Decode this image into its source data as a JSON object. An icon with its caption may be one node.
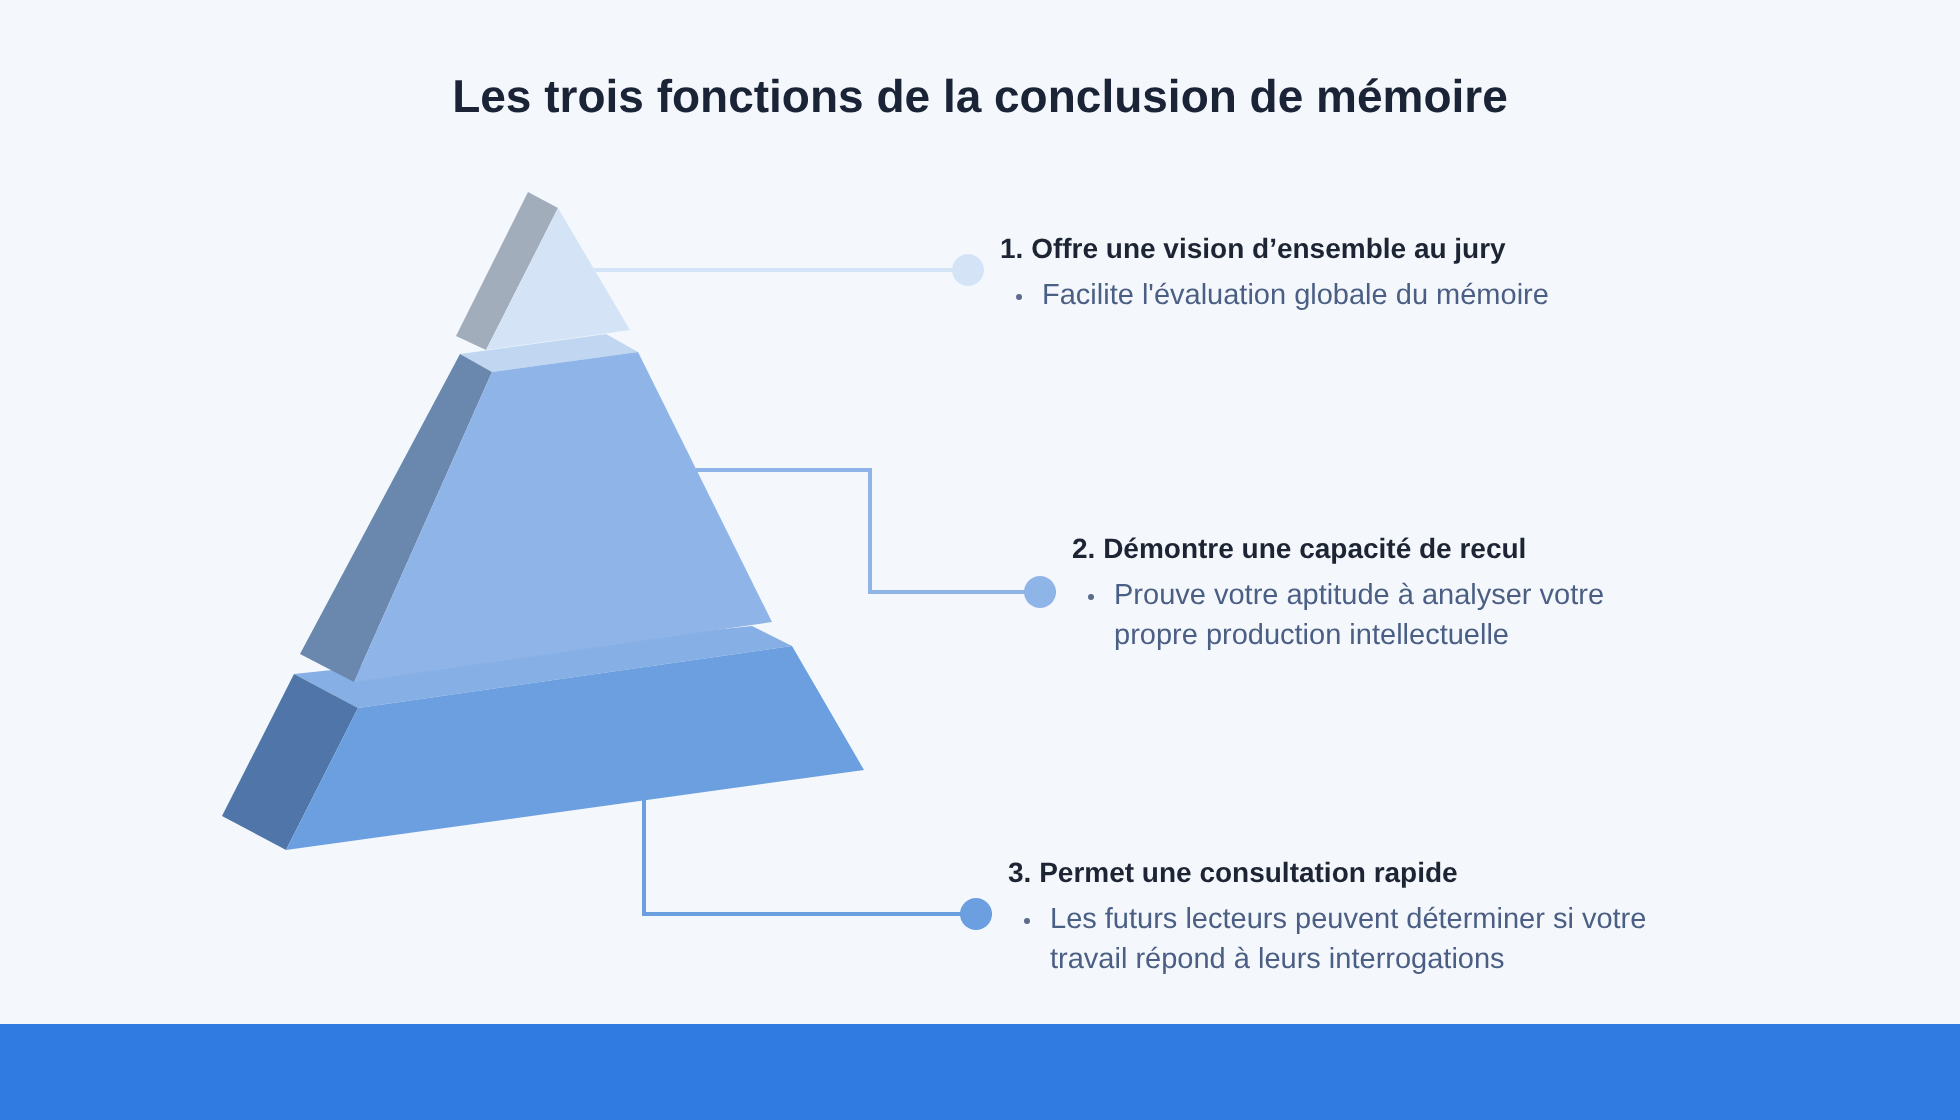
{
  "diagram": {
    "title": "Les trois fonctions de la conclusion de mémoire",
    "nodes": [
      {
        "text": [],
        "shape": "triangle"
      },
      {
        "text": [],
        "shape": "trapezoid"
      },
      {
        "text": [],
        "shape": "trapezoid"
      },
      {
        "text": [
          "1. Offre une vision d’ensemble au jury",
          "Facilite l'évaluation globale du mémoire"
        ]
      },
      {
        "text": [
          "2. Démontre une capacité de recul",
          "Prouve votre aptitude à analyser votre propre production intellectuelle"
        ]
      },
      {
        "text": [
          "3. Permet une consultation rapide",
          "Les futurs lecteurs peuvent déterminer si votre travail répond à leurs interrogations"
        ]
      }
    ],
    "edges": [
      {
        "from": 3,
        "to": 0,
        "arrow": "other",
        "color": "#d4e4f6"
      },
      {
        "from": 4,
        "to": 1,
        "arrow": "other",
        "color": "#8fb5e8"
      },
      {
        "from": 5,
        "to": 2,
        "arrow": "other",
        "color": "#6b9fe0"
      }
    ]
  }
}
